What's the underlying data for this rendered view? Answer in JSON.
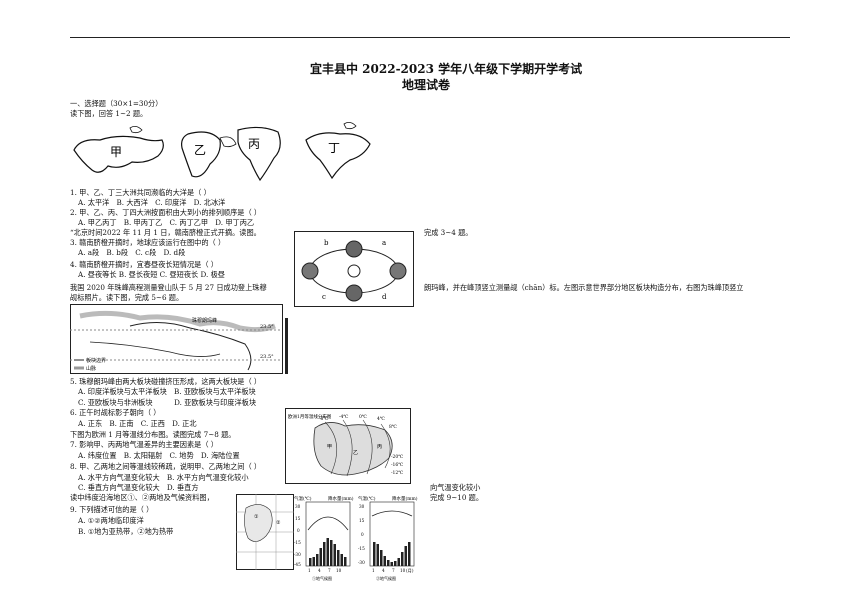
{
  "header": {
    "title": "宜丰县中 2022-2023 学年八年级下学期开学考试",
    "subtitle": "地理试卷"
  },
  "section": {
    "heading": "一、选择题（30×1=30分）",
    "intro": "读下图，回答 1~2 题。"
  },
  "continents": {
    "labels": [
      "甲",
      "乙",
      "丙",
      "丁"
    ]
  },
  "questions": {
    "q1": "1. 甲、乙、丁三大洲共同濒临的大洋是（ ）",
    "q1_opts": "A. 太平洋　B. 大西洋　C. 印度洋　D. 北冰洋",
    "q2": "2. 甲、乙、丙、丁四大洲按面积由大到小的排列顺序是（ ）",
    "q2_opts": "A. 甲乙丙丁　B. 甲丙丁乙　C. 丙丁乙甲　D. 甲丁丙乙",
    "intro34": "“北京时间2022 年 11 月 1 日，赣南脐橙正式开摘。读图。",
    "intro34_end": "完成 3~4 题。",
    "q3": "3. 赣南脐橙开摘时，地球应该运行在图中的（ ）",
    "q3_opts": "A. a段　B. b段　C. c段　D. d段",
    "q4": "4. 赣南脐橙开摘时，宜春昼夜长短情况是（ ）",
    "q4_opts": "A. 昼夜等长 B. 昼长夜短 C. 昼短夜长 D. 极昼",
    "intro56_a": "我国 2020 年珠峰高程测量登山队于 5 月 27 日成功登上珠穆",
    "intro56_b": "朗玛峰，并在峰顶竖立测量觇（chān）标。左图示意世界部分地区板块构造分布，右图为珠峰顶竖立",
    "intro56_c": "觇标照片。读下图，完成 5~6 题。",
    "q5": "5. 珠穆朗玛峰由两大板块碰撞挤压形成，这两大板块是（ ）",
    "q5_a": "A. 印度洋板块与太平洋板块　B. 亚欧板块与太平洋板块",
    "q5_c": "C. 亚欧板块与非洲板块　　　D. 亚欧板块与印度洋板块",
    "q6": "6. 正午时觇标影子朝向（ ）",
    "q6_opts": "A. 正东　B. 正南　C. 正西　D. 正北",
    "intro78": "下图为欧洲 1 月等温线分布图。读图完成 7~8 题。",
    "q7": "7. 影响甲、丙两地气温差异的主要因素是（ ）",
    "q7_opts": "A. 纬度位置　B. 太阳辐射　C. 地势　D. 海陆位置",
    "q8": "8. 甲、乙两地之间等温线较稀疏，说明甲、乙两地之间（ ）",
    "q8_a": "A. 水平方向气温变化较大　B. 水平方向气温变化较小",
    "q8_c": "C. 垂直方向气温变化较大　D. 垂直方",
    "q8_d_end": "向气温变化较小",
    "intro910": "读中纬度沿海地区①、②两地及气候资料图，",
    "intro910_end": "完成 9~10 题。",
    "q9": "9. 下列描述可信的是（ ）",
    "q9_a": "A. ①②两地临印度洋",
    "q9_b": "B. ①地为亚热带，②地为热带"
  },
  "figures": {
    "orbit_labels": [
      "a",
      "b",
      "c",
      "d"
    ],
    "plate_legend": [
      "板块边界",
      "山脉"
    ],
    "plate_callout": "珠穆朗玛峰",
    "plate_lat": [
      "23.5°",
      "23.5°"
    ],
    "europe_title": "欧洲1月等温线分布图",
    "europe_isotherms": [
      "-8℃",
      "-4℃",
      "0℃",
      "4℃",
      "8℃",
      "-20℃",
      "-16℃",
      "-12℃"
    ],
    "europe_points": [
      "甲",
      "乙",
      "丙"
    ],
    "climate_left": {
      "left_axis": "气温(℃)",
      "right_axis": "降水量(mm)",
      "caption": "①地气候图"
    },
    "climate_right": {
      "left_axis": "气温(℃)",
      "right_axis": "降水量(mm)",
      "caption": "②地气候图"
    },
    "climate_ticks_left": [
      "30",
      "15",
      "0",
      "-15",
      "-30",
      "-45"
    ],
    "climate_ticks_right": [
      "30",
      "15",
      "0",
      "-15",
      "-30"
    ],
    "month_ticks": [
      "1",
      "4",
      "7",
      "10",
      "(月)"
    ],
    "map_points": [
      "①",
      "②"
    ]
  }
}
